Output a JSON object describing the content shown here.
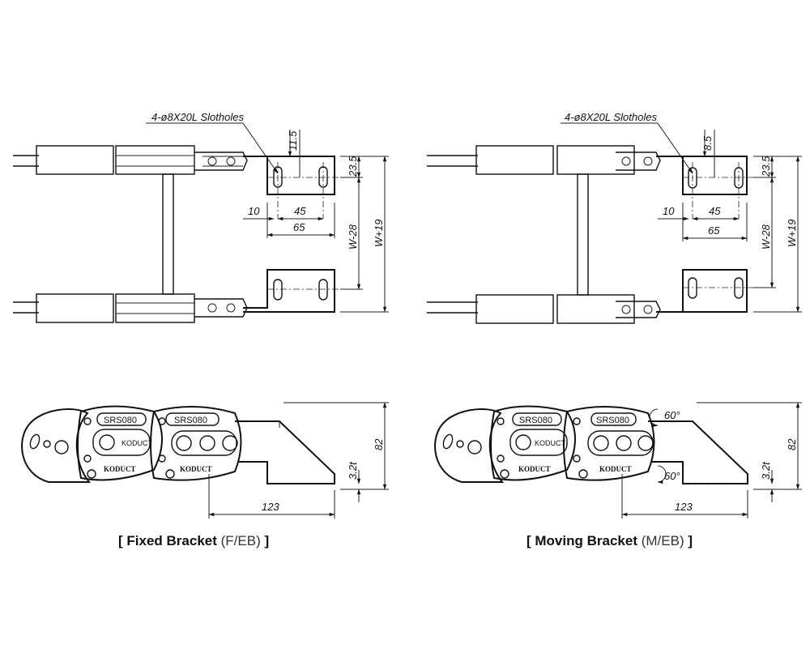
{
  "diagrams": [
    {
      "id": "fixed",
      "caption": {
        "open": "[ ",
        "title": "Fixed Bracket",
        "code": "(F/EB)",
        "close": " ]"
      },
      "top_view": {
        "slothole_label": "4-ø8X20L Slotholes",
        "dims": {
          "slot_offset": "11.5",
          "edge": "23.5",
          "gap": "10",
          "pitch": "45",
          "width": "65",
          "inner": "W-28",
          "outer": "W+19"
        }
      },
      "side_view": {
        "label_model": "SRS080",
        "label_brand": "KODUCT",
        "dims": {
          "height": "82",
          "thickness": "3.2t",
          "length": "123"
        }
      }
    },
    {
      "id": "moving",
      "caption": {
        "open": "[ ",
        "title": "Moving Bracket",
        "code": "(M/EB)",
        "close": " ]"
      },
      "top_view": {
        "slothole_label": "4-ø8X20L Slotholes",
        "dims": {
          "slot_offset": "8.5",
          "edge": "23.5",
          "gap": "10",
          "pitch": "45",
          "width": "65",
          "inner": "W-28",
          "outer": "W+19"
        }
      },
      "side_view": {
        "label_model": "SRS080",
        "label_brand": "KODUCT",
        "angle_top": "60°",
        "angle_bottom": "60°",
        "dims": {
          "height": "82",
          "thickness": "3.2t",
          "length": "123"
        }
      }
    }
  ]
}
